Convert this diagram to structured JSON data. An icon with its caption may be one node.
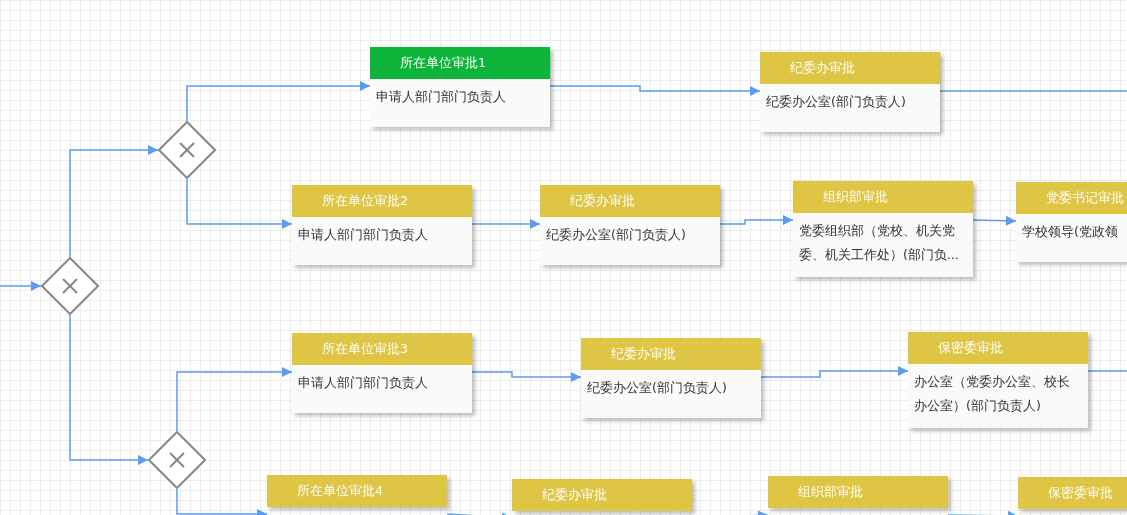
{
  "diagram": {
    "nodes": [
      {
        "text": [],
        "shape": "diamond"
      },
      {
        "text": [],
        "shape": "diamond"
      },
      {
        "text": [],
        "shape": "diamond"
      },
      {
        "text": [
          "所在单位审批1",
          "申请人部门部门负责人"
        ]
      },
      {
        "text": [
          "纪委办审批",
          "纪委办公室(部门负责人)"
        ]
      },
      {
        "text": [
          "所在单位审批2",
          "申请人部门部门负责人"
        ]
      },
      {
        "text": [
          "纪委办审批",
          "纪委办公室(部门负责人)"
        ]
      },
      {
        "text": [
          "组织部审批",
          "党委组织部（党校、机关党委、机关工作处）(部门负..."
        ]
      },
      {
        "text": [
          "党委书记审批",
          "学校领导(党政领"
        ]
      },
      {
        "text": [
          "所在单位审批3",
          "申请人部门部门负责人"
        ]
      },
      {
        "text": [
          "纪委办审批",
          "纪委办公室(部门负责人)"
        ]
      },
      {
        "text": [
          "保密委审批",
          "办公室（党委办公室、校长办公室）(部门负责人)"
        ]
      },
      {
        "text": [
          "所在单位审批4"
        ]
      },
      {
        "text": [
          "纪委办审批"
        ]
      },
      {
        "text": [
          "组织部审批"
        ]
      },
      {
        "text": [
          "保密委审批"
        ]
      }
    ],
    "edges": [
      {
        "from": null,
        "to": 0,
        "arrow": "to"
      },
      {
        "from": 0,
        "to": 1,
        "arrow": "to"
      },
      {
        "from": 0,
        "to": 2,
        "arrow": "to"
      },
      {
        "from": 1,
        "to": 3,
        "arrow": "to"
      },
      {
        "from": 1,
        "to": 5,
        "arrow": "to"
      },
      {
        "from": 3,
        "to": 4,
        "arrow": "to"
      },
      {
        "from": 4,
        "to": null,
        "arrow": "none"
      },
      {
        "from": 5,
        "to": 6,
        "arrow": "to"
      },
      {
        "from": 6,
        "to": 7,
        "arrow": "to"
      },
      {
        "from": 7,
        "to": 8,
        "arrow": "to"
      },
      {
        "from": 2,
        "to": 9,
        "arrow": "to"
      },
      {
        "from": 2,
        "to": 12,
        "arrow": "to"
      },
      {
        "from": 9,
        "to": 10,
        "arrow": "to"
      },
      {
        "from": 10,
        "to": 11,
        "arrow": "to"
      },
      {
        "from": 11,
        "to": null,
        "arrow": "none"
      },
      {
        "from": 12,
        "to": 13,
        "arrow": "to"
      },
      {
        "from": 13,
        "to": 14,
        "arrow": "to"
      },
      {
        "from": 14,
        "to": 15,
        "arrow": "to"
      }
    ]
  }
}
